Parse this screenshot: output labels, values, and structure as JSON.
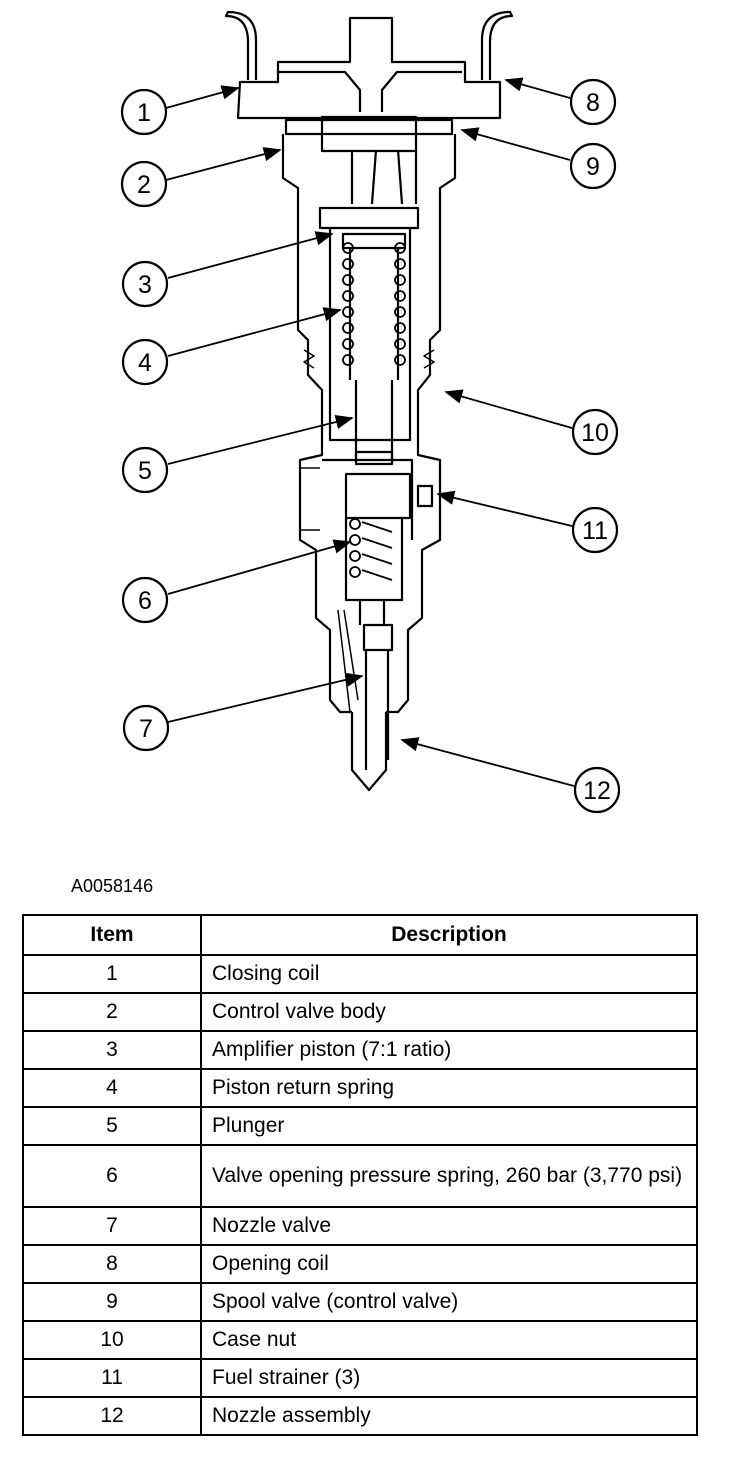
{
  "figure_id": "A0058146",
  "callouts": [
    {
      "number": "1"
    },
    {
      "number": "2"
    },
    {
      "number": "3"
    },
    {
      "number": "4"
    },
    {
      "number": "5"
    },
    {
      "number": "6"
    },
    {
      "number": "7"
    },
    {
      "number": "8"
    },
    {
      "number": "9"
    },
    {
      "number": "10"
    },
    {
      "number": "11"
    },
    {
      "number": "12"
    }
  ],
  "table": {
    "headers": {
      "item": "Item",
      "description": "Description"
    },
    "rows": [
      {
        "item": "1",
        "description": "Closing coil"
      },
      {
        "item": "2",
        "description": "Control valve body"
      },
      {
        "item": "3",
        "description": "Amplifier piston (7:1 ratio)"
      },
      {
        "item": "4",
        "description": "Piston return spring"
      },
      {
        "item": "5",
        "description": "Plunger"
      },
      {
        "item": "6",
        "description": "Valve opening pressure spring, 260 bar (3,770 psi)"
      },
      {
        "item": "7",
        "description": "Nozzle valve"
      },
      {
        "item": "8",
        "description": "Opening coil"
      },
      {
        "item": "9",
        "description": "Spool valve (control valve)"
      },
      {
        "item": "10",
        "description": "Case nut"
      },
      {
        "item": "11",
        "description": "Fuel strainer (3)"
      },
      {
        "item": "12",
        "description": "Nozzle assembly"
      }
    ]
  }
}
